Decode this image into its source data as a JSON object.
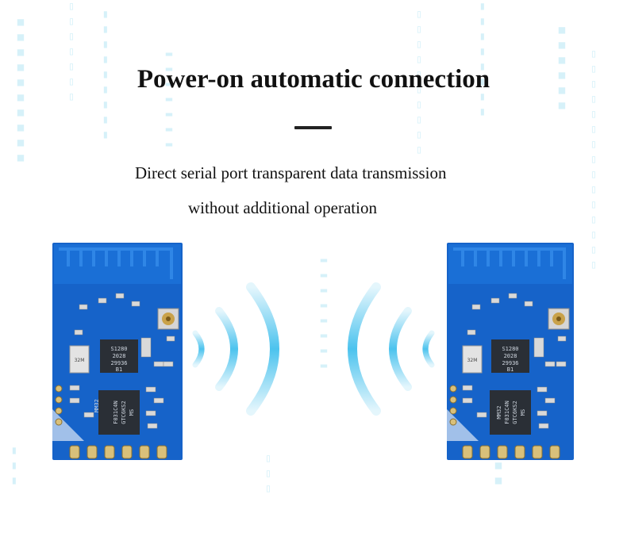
{
  "heading": "Power-on automatic connection",
  "subtitle": {
    "line1": "Direct serial port transparent data transmission",
    "line2": "without additional operation"
  },
  "module": {
    "mcu_label": [
      "MM32",
      "F031C4N",
      "GTC6KS2",
      "MS"
    ],
    "rf_label": [
      "S1280",
      "2028",
      "29936",
      "B1"
    ],
    "crystal_label": "32M"
  },
  "colors": {
    "pcb": "#1663c9",
    "pcb_dark": "#0d3f9a",
    "wave": "#4cc3ee",
    "background_code": "#cfeff8"
  }
}
